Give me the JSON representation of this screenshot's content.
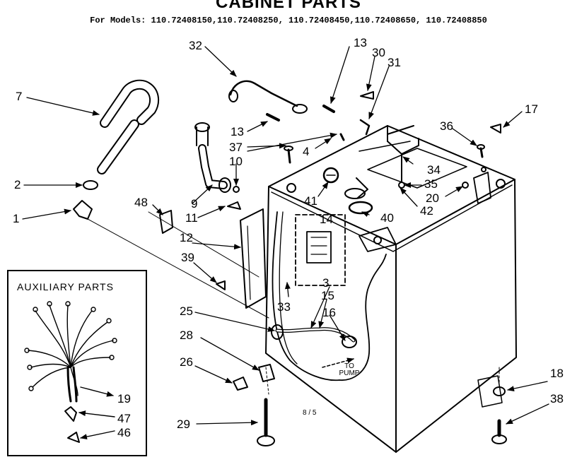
{
  "header": {
    "title": "CABINET PARTS",
    "models": "For Models: 110.72408150,110.72408250, 110.72408450,110.72408650, 110.72408850"
  },
  "auxiliary": {
    "title": "AUXILIARY PARTS"
  },
  "callouts": {
    "c1": "1",
    "c2": "2",
    "c3": "3",
    "c4": "4",
    "c7": "7",
    "c9": "9",
    "c10": "10",
    "c11": "11",
    "c12": "12",
    "c13a": "13",
    "c13b": "13",
    "c14": "14",
    "c15": "15",
    "c16": "16",
    "c18": "18",
    "c19": "19",
    "c20": "20",
    "c25": "25",
    "c26": "26",
    "c28": "28",
    "c29": "29",
    "c30": "30",
    "c31": "31",
    "c32": "32",
    "c33": "33",
    "c34": "34",
    "c35": "35",
    "c36": "36",
    "c37": "37",
    "c38": "38",
    "c39": "39",
    "c40": "40",
    "c41": "41",
    "c42": "42",
    "c46": "46",
    "c47": "47",
    "c48": "48",
    "c17": "17"
  },
  "annotations": {
    "to_pump": "TO PUMP",
    "page_ref": "8 / 5"
  }
}
